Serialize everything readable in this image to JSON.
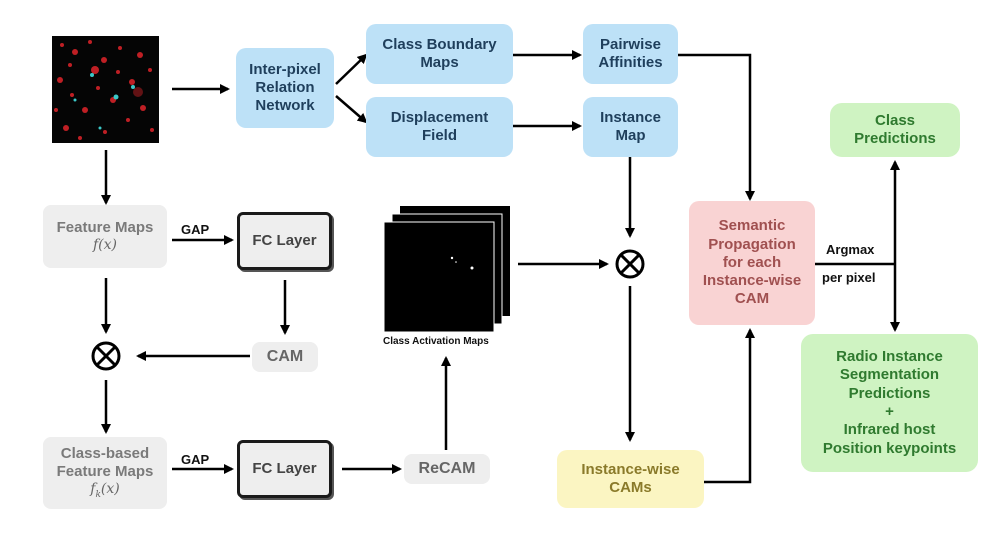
{
  "nodes": {
    "inter_pixel": "Inter-pixel\nRelation\nNetwork",
    "class_boundary": "Class Boundary\nMaps",
    "displacement": "Displacement\nField",
    "pairwise": "Pairwise\nAffinities",
    "instance_map": "Instance\nMap",
    "feature_maps": "Feature Maps",
    "feature_maps_math": "f(x)",
    "fc_layer_1": "FC Layer",
    "cam": "CAM",
    "class_based": "Class-based\nFeature Maps",
    "class_based_math": "f_k(x)",
    "fc_layer_2": "FC Layer",
    "recam": "ReCAM",
    "cam_stack_caption": "Class Activation Maps",
    "semantic_prop": "Semantic\nPropagation\nfor each\nInstance-wise\nCAM",
    "class_predictions": "Class\nPredictions",
    "radio_predictions": "Radio Instance\nSegmentation\nPredictions\n+\nInfrared host\nPosition keypoints",
    "instance_wise_cams": "Instance-wise\nCAMs"
  },
  "edge_labels": {
    "gap_1": "GAP",
    "gap_2": "GAP",
    "argmax": "Argmax",
    "per_pixel": "per pixel"
  },
  "colors": {
    "blue_box": "#bde1f7",
    "gray_box": "#eeeeee",
    "pink_box": "#f9d3d3",
    "green_box": "#cff3c2",
    "yellow_box": "#fbf5c2"
  }
}
